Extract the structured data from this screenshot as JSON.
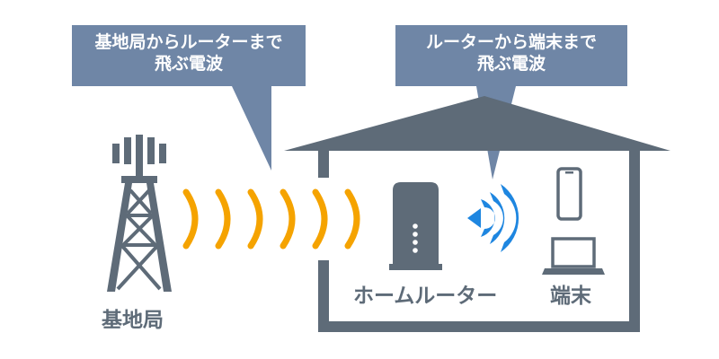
{
  "callouts": {
    "tower_to_router": {
      "line1": "基地局からルーターまで",
      "line2": "飛ぶ電波"
    },
    "router_to_device": {
      "line1": "ルーターから端末まで",
      "line2": "飛ぶ電波"
    }
  },
  "labels": {
    "tower": "基地局",
    "router": "ホームルーター",
    "device": "端末"
  },
  "colors": {
    "callout_fill": "#6f86a6",
    "structure": "#5e6b78",
    "wave_orange": "#f5a300",
    "wave_blue": "#1e86e0"
  },
  "icons": {
    "tower": "cell-tower-icon",
    "router": "home-router-icon",
    "wifi": "wifi-signal-icon",
    "phone": "smartphone-icon",
    "laptop": "laptop-icon"
  }
}
